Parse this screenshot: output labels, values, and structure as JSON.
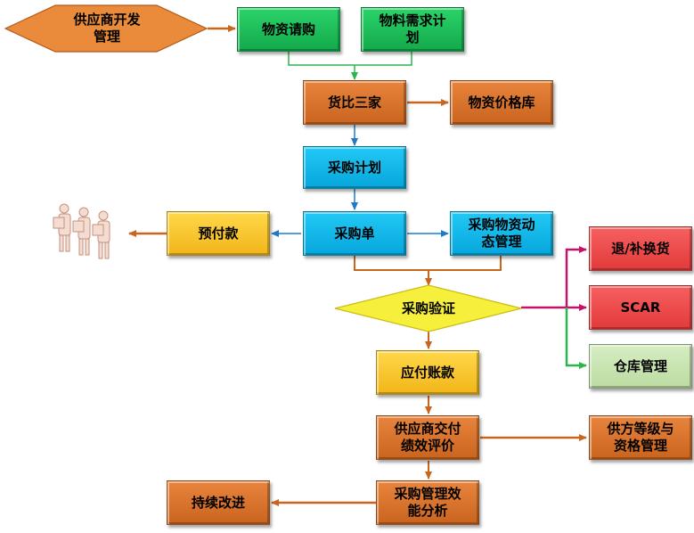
{
  "nodes": {
    "supplier_dev": "供应商开发\n管理",
    "material_purchase": "物资请购",
    "material_demand_plan": "物料需求计\n划",
    "compare_three": "货比三家",
    "price_library": "物资价格库",
    "purchase_plan": "采购计划",
    "purchase_order": "采购单",
    "prepayment": "预付款",
    "material_dynamic": "采购物资动\n态管理",
    "return_replace": "退/补换货",
    "scar": "SCAR",
    "warehouse": "仓库管理",
    "purchase_verify": "采购验证",
    "payable": "应付账款",
    "supplier_eval": "供应商交付\n绩效评价",
    "supplier_grade": "供方等级与\n资格管理",
    "purchase_analysis": "采购管理效\n能分析",
    "continuous_improve": "持续改进"
  },
  "colors": {
    "green": "#13a94a",
    "orange": "#d46f2a",
    "cyan": "#06a6dc",
    "yellow": "#f1b51a",
    "red": "#e23a3a",
    "light_green": "#bcdca2",
    "arrow_green": "#2ab64e",
    "arrow_orange": "#c8651f",
    "arrow_blue": "#1f7bc8",
    "arrow_magenta": "#c4126a"
  },
  "icons": [
    "people-carrying-boxes-icon"
  ]
}
